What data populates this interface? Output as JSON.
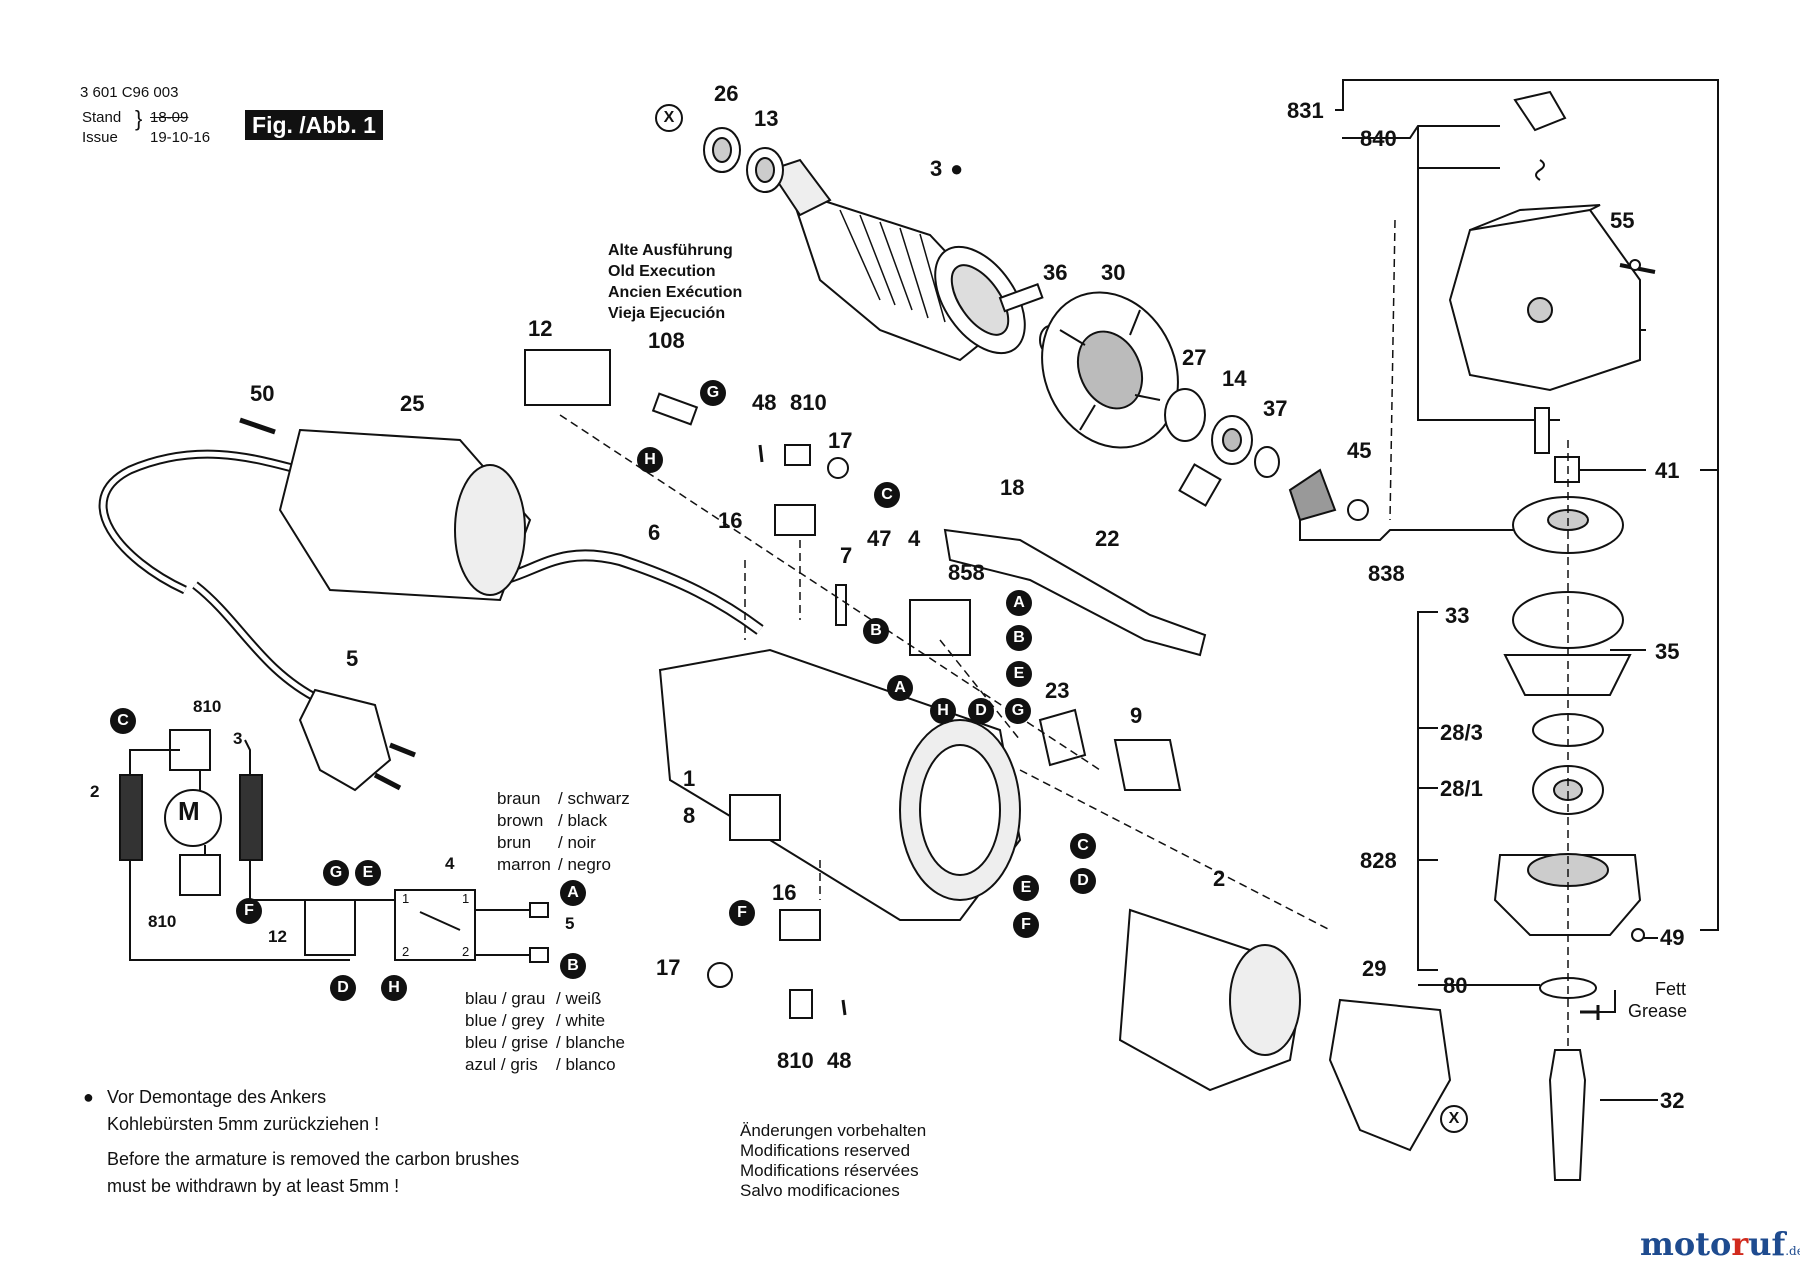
{
  "header": {
    "doc_number": "3 601 C96 003",
    "stand_label": "Stand",
    "issue_label": "Issue",
    "stand_value": "18-09",
    "issue_value": "19-10-16",
    "fig_label": "Fig. /Abb. 1"
  },
  "old_execution": [
    "Alte Ausführung",
    "Old Execution",
    "Ancien Exécution",
    "Vieja Ejecución"
  ],
  "wire_colors": {
    "row1": [
      "braun",
      "/ schwarz"
    ],
    "row2": [
      "brown",
      "/ black"
    ],
    "row3": [
      "brun",
      "/ noir"
    ],
    "row4": [
      "marron",
      "/ negro"
    ],
    "row5": [
      "blau / grau",
      "/ weiß"
    ],
    "row6": [
      "blue / grey",
      "/ white"
    ],
    "row7": [
      "bleu / grise",
      "/ blanche"
    ],
    "row8": [
      "azul / gris",
      "/ blanco"
    ]
  },
  "bullet_note": {
    "de1": "Vor Demontage des Ankers",
    "de2": "Kohlebürsten 5mm zurückziehen !",
    "en1": "Before the armature is removed the carbon brushes",
    "en2": "must be withdrawn by at least 5mm !"
  },
  "modifications": [
    "Änderungen vorbehalten",
    "Modifications reserved",
    "Modifications réservées",
    "Salvo modificaciones"
  ],
  "grease": [
    "Fett",
    "Grease"
  ],
  "motor_symbol": "M",
  "watermark": {
    "a": "moto",
    "b": "r",
    "c": "uf",
    "d": ".de"
  },
  "parts": {
    "p26": "26",
    "p13": "13",
    "p3": "3",
    "p36": "36",
    "p30": "30",
    "p27": "27",
    "p14": "14",
    "p37": "37",
    "p45": "45",
    "p838": "838",
    "p831": "831",
    "p840": "840",
    "p55": "55",
    "p41": "41",
    "p33": "33",
    "p35": "35",
    "p28_3": "28/3",
    "p28_1": "28/1",
    "p828": "828",
    "p49": "49",
    "p80": "80",
    "p32": "32",
    "p12": "12",
    "p108": "108",
    "p50": "50",
    "p25": "25",
    "p48": "48",
    "p810": "810",
    "p17": "17",
    "p16": "16",
    "p6": "6",
    "p7": "7",
    "p47": "47",
    "p4": "4",
    "p858": "858",
    "p18": "18",
    "p22": "22",
    "p5": "5",
    "p1": "1",
    "p8": "8",
    "p23": "23",
    "p9": "9",
    "p2": "2",
    "p29": "29",
    "s810a": "810",
    "s3": "3",
    "s2": "2",
    "s810b": "810",
    "s4": "4",
    "s12": "12",
    "s5": "5",
    "b16": "16",
    "b17": "17",
    "b810": "810",
    "b48": "48"
  },
  "terminals": {
    "t1a": "1",
    "t1b": "1",
    "t2a": "2",
    "t2b": "2"
  },
  "connectors": {
    "G": "G",
    "H": "H",
    "C": "C",
    "A": "A",
    "B": "B",
    "E": "E",
    "D": "D",
    "F": "F",
    "X": "X"
  }
}
